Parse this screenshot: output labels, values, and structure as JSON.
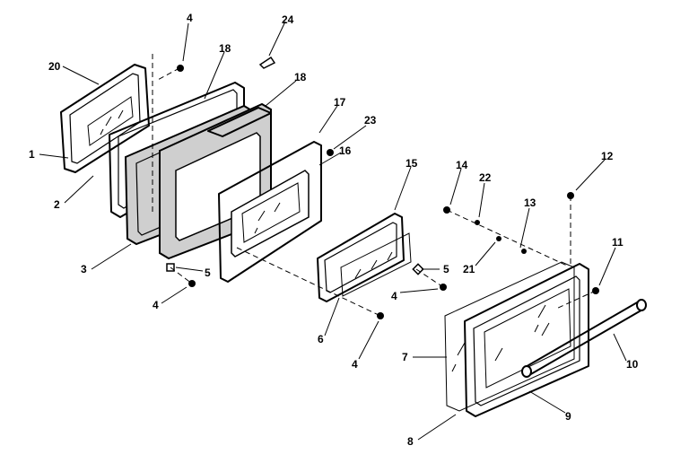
{
  "diagram": {
    "callouts": [
      "1",
      "2",
      "3",
      "4",
      "5",
      "6",
      "7",
      "8",
      "9",
      "10",
      "11",
      "12",
      "13",
      "14",
      "15",
      "16",
      "17",
      "18",
      "20",
      "21",
      "22",
      "23",
      "24"
    ],
    "labels": {
      "c1": "1",
      "c2": "2",
      "c3": "3",
      "c4a": "4",
      "c4b": "4",
      "c4c": "4",
      "c4d": "4",
      "c5a": "5",
      "c5b": "5",
      "c6": "6",
      "c7": "7",
      "c8": "8",
      "c9": "9",
      "c10": "10",
      "c11": "11",
      "c12": "12",
      "c13": "13",
      "c14": "14",
      "c15": "15",
      "c16": "16",
      "c17": "17",
      "c18a": "18",
      "c18b": "18",
      "c20": "20",
      "c21": "21",
      "c22": "22",
      "c23": "23",
      "c24": "24"
    }
  }
}
